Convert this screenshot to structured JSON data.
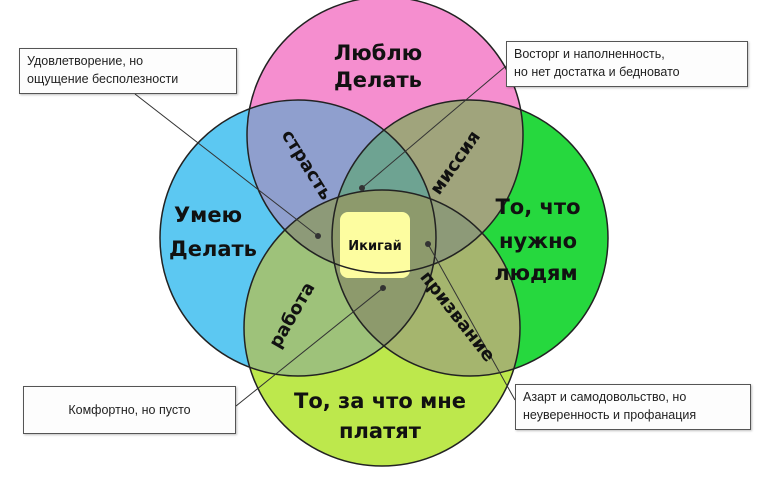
{
  "circles": {
    "love": {
      "line1": "Люблю",
      "line2": "Делать",
      "color": "#f58ecf"
    },
    "good_at": {
      "line1": "Умею",
      "line2": "Делать",
      "color": "#5cc8f2"
    },
    "world_needs": {
      "line1": "То, что",
      "line2": "нужно",
      "line3": "людям",
      "color": "#26d83e"
    },
    "paid_for": {
      "line1": "То, за что мне",
      "line2": "платят",
      "color": "#bde84c"
    }
  },
  "overlaps": {
    "passion": "страсть",
    "mission": "миссия",
    "profession": "работа",
    "vocation": "призвание"
  },
  "center": {
    "label": "Икигай",
    "color": "#fdfda0"
  },
  "callouts": {
    "top_left": {
      "line1": "Удовлетворение, но",
      "line2": "ощущение бесполезности"
    },
    "top_right": {
      "line1": "Восторг и наполненность,",
      "line2": "но нет достатка и бедновато"
    },
    "bottom_left": {
      "line1": "Комфортно, но пусто"
    },
    "bottom_right": {
      "line1": "Азарт и самодовольство, но",
      "line2": "неуверенность и профанация"
    }
  }
}
